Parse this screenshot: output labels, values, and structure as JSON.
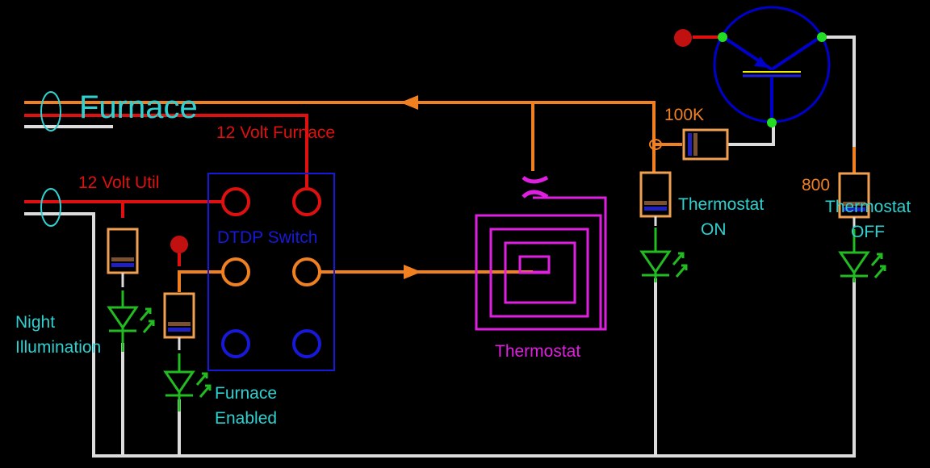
{
  "labels": {
    "furnace": "Furnace",
    "volt_furnace": "12 Volt Furnace",
    "volt_util": "12 Volt Util",
    "dtdp_switch": "DTDP Switch",
    "thermostat": "Thermostat",
    "resistor_100k": "100K",
    "resistor_800": "800",
    "thermostat_on": [
      "Thermostat",
      "ON"
    ],
    "thermostat_off": [
      "Thermostat",
      "OFF"
    ],
    "night_illumination": [
      "Night",
      "Illumination"
    ],
    "furnace_enabled": [
      "Furnace",
      "Enabled"
    ]
  },
  "colors": {
    "background": "#000000",
    "red_wire": "#e01010",
    "orange_wire": "#f08020",
    "white_wire": "#dcdcdc",
    "green": "#22bb22",
    "blue": "#1818d8",
    "navy": "#0000cc",
    "magenta": "#e020e0",
    "cyan_text": "#30d0d0",
    "resistor_body": "#f0a050",
    "transistor_bar": "#f0f000"
  },
  "icons": [
    "dtdp-switch-icon",
    "resistor-icon",
    "led-icon",
    "transistor-icon",
    "thermostat-coil-icon",
    "wire-bundle-ring-icon",
    "probe-terminal-icon"
  ]
}
